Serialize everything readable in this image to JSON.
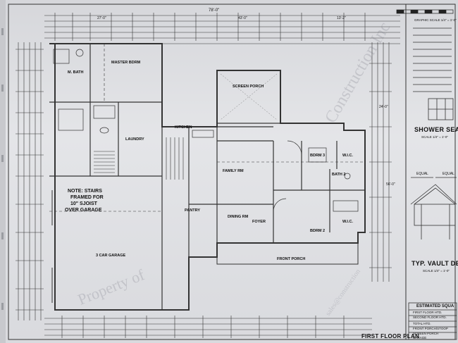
{
  "graphic_scale": "GRAPHIC SCALE 1/4\" = 1'-0\"",
  "overall_dims": {
    "top_total": "78'-0\"",
    "top_left": "27'-0\"",
    "top_mid": "43'-0\"",
    "top_right": "13'-2\"",
    "right_a": "24'-0\"",
    "right_b": "56'-0\""
  },
  "rooms": {
    "master_bdrm": "MASTER BDRM",
    "m_bath": "M. BATH",
    "screen_porch": "SCREEN PORCH",
    "family_rm": "FAMILY RM",
    "kitchen": "KITCHEN",
    "pantry": "PANTRY",
    "dining_rm": "DINING RM",
    "foyer": "FOYER",
    "bdrm_3": "BDRM 3",
    "bdrm_2": "BDRM 2",
    "bath_2": "BATH 2",
    "wic_1": "W.I.C.",
    "wic_2": "W.I.C.",
    "front_porch": "FRONT PORCH",
    "garage": "3 CAR GARAGE",
    "laundry": "LAUNDRY"
  },
  "notes": {
    "stairs_note_1": "NOTE: STAIRS",
    "stairs_note_2": "FRAMED FOR",
    "stairs_note_3": "10\" SJOIST",
    "stairs_note_4": "OVER GARAGE"
  },
  "side_panel": {
    "shower_title": "SHOWER SEAT D",
    "shower_scale": "SCALE 1/4\" = 1'-0\"",
    "vault_title": "TYP. VAULT DETAI",
    "vault_scale": "SCALE 1/4\" = 1'-0\"",
    "equal_1": "EQUAL",
    "equal_2": "EQUAL",
    "estimated_title": "ESTIMATED SQUA",
    "est_rows": [
      "FIRST FLOOR HTD.",
      "SECOND FLOOR HTD.",
      "TOTAL HTD.",
      "FRONT PORCH/STOOP",
      "SCREEN PORCH",
      "GARAGE"
    ]
  },
  "sheet_title": "FIRST FLOOR PLAN",
  "watermarks": [
    "Property of",
    "Construction Inc",
    "sales@construction"
  ]
}
